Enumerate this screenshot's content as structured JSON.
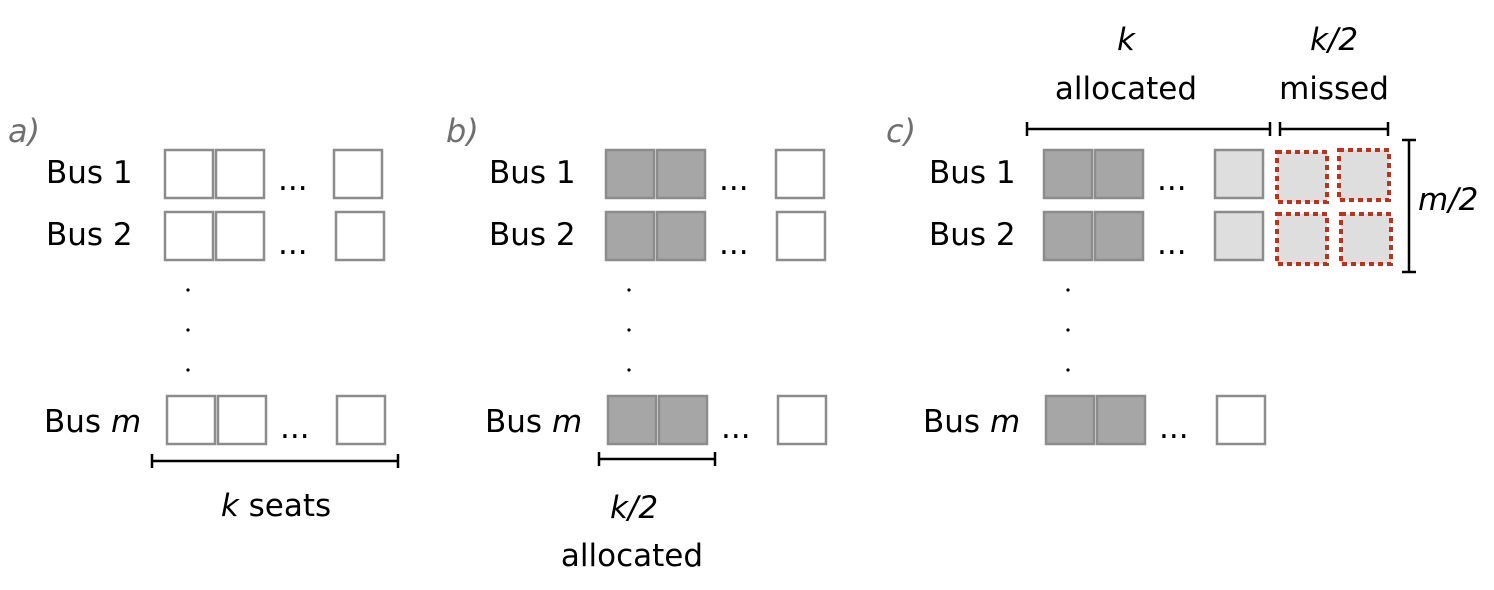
{
  "panels": [
    {
      "id": "a",
      "label": "a)",
      "rows": [
        "Bus 1",
        "Bus 2",
        "Bus"
      ],
      "last_row_var": "m",
      "ellipsis": "...",
      "brace_text": "seats",
      "brace_var": "k"
    },
    {
      "id": "b",
      "label": "b)",
      "rows": [
        "Bus 1",
        "Bus 2",
        "Bus"
      ],
      "last_row_var": "m",
      "ellipsis": "...",
      "brace_top": "k/2",
      "brace_bottom": "allocated"
    },
    {
      "id": "c",
      "label": "c)",
      "rows": [
        "Bus 1",
        "Bus 2",
        "Bus"
      ],
      "last_row_var": "m",
      "ellipsis": "...",
      "top_left_var": "k",
      "top_left_text": "allocated",
      "top_right_var": "k/2",
      "top_right_text": "missed",
      "side_label": "m/2"
    }
  ],
  "colors": {
    "allocated": "#a6a6a6",
    "partial": "#dedede",
    "missed_border": "#c0311c",
    "seat_border": "#8c8c8c"
  }
}
